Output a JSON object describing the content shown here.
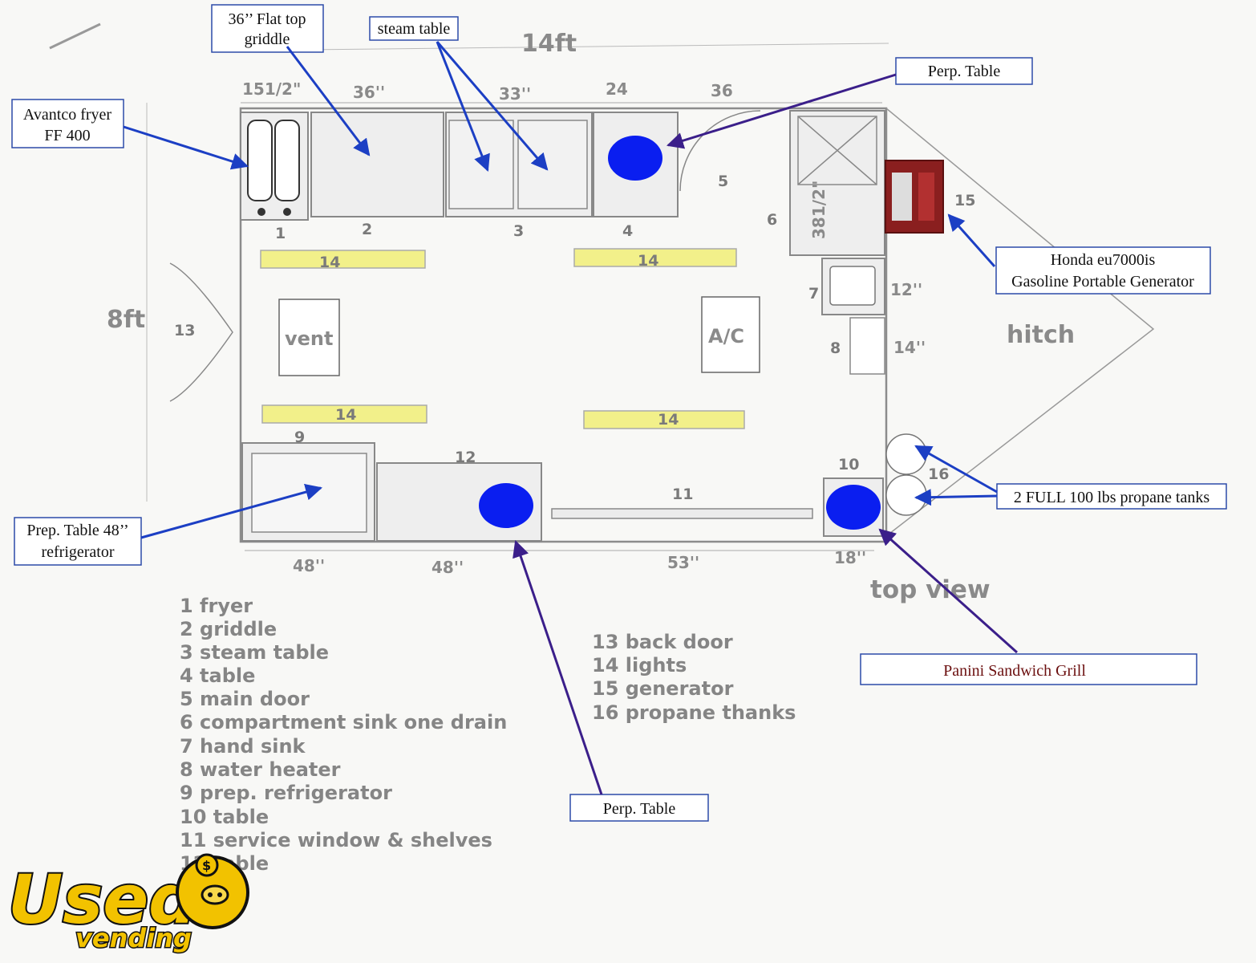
{
  "dimensions": {
    "length": "14ft",
    "width": "8ft",
    "top": [
      "151/2\"",
      "36''",
      "33''",
      "24",
      "36"
    ],
    "bottom": [
      "48''",
      "48''",
      "53''",
      "18''"
    ],
    "side_sink": "381/2\"",
    "hand_sink": "12''",
    "water_heater": "14''"
  },
  "numbers": {
    "n1": "1",
    "n2": "2",
    "n3": "3",
    "n4": "4",
    "n5": "5",
    "n6": "6",
    "n7": "7",
    "n8": "8",
    "n9": "9",
    "n10": "10",
    "n11": "11",
    "n12": "12",
    "n13": "13",
    "n15": "15",
    "n16": "16",
    "light": "14"
  },
  "labels": {
    "vent": "vent",
    "ac": "A/C",
    "hitch": "hitch",
    "top_view": "top view"
  },
  "callouts": {
    "griddle": [
      "36’’ Flat top",
      "griddle"
    ],
    "steam_table": "steam table",
    "prep_table_top": "Perp. Table",
    "fryer": [
      "Avantco fryer",
      "FF 400"
    ],
    "generator": [
      "Honda eu7000is",
      "Gasoline Portable Generator"
    ],
    "propane": "2 FULL 100 lbs propane tanks",
    "panini": "Panini Sandwich Grill",
    "prep_table_bottom": "Perp. Table",
    "refrigerator": [
      "Prep. Table 48’’",
      "refrigerator"
    ]
  },
  "legend_left": [
    "1 fryer",
    "2 griddle",
    "3 steam table",
    "4 table",
    "5 main door",
    "6 compartment sink one drain",
    "7 hand sink",
    "8 water heater",
    "9 prep. refrigerator",
    "10 table",
    "11 service window & shelves",
    "12 table"
  ],
  "legend_right": [
    "13 back door",
    "14 lights",
    "15 generator",
    "16 propane thanks"
  ],
  "logo": {
    "word": "Used",
    "sub": "vending"
  },
  "colors": {
    "arrow_blue": "#1c3fc4",
    "arrow_purple": "#3b1f8a",
    "marker": "#0a1ef0",
    "light": "#f2f08a",
    "panini_text": "#6b0f0f"
  }
}
